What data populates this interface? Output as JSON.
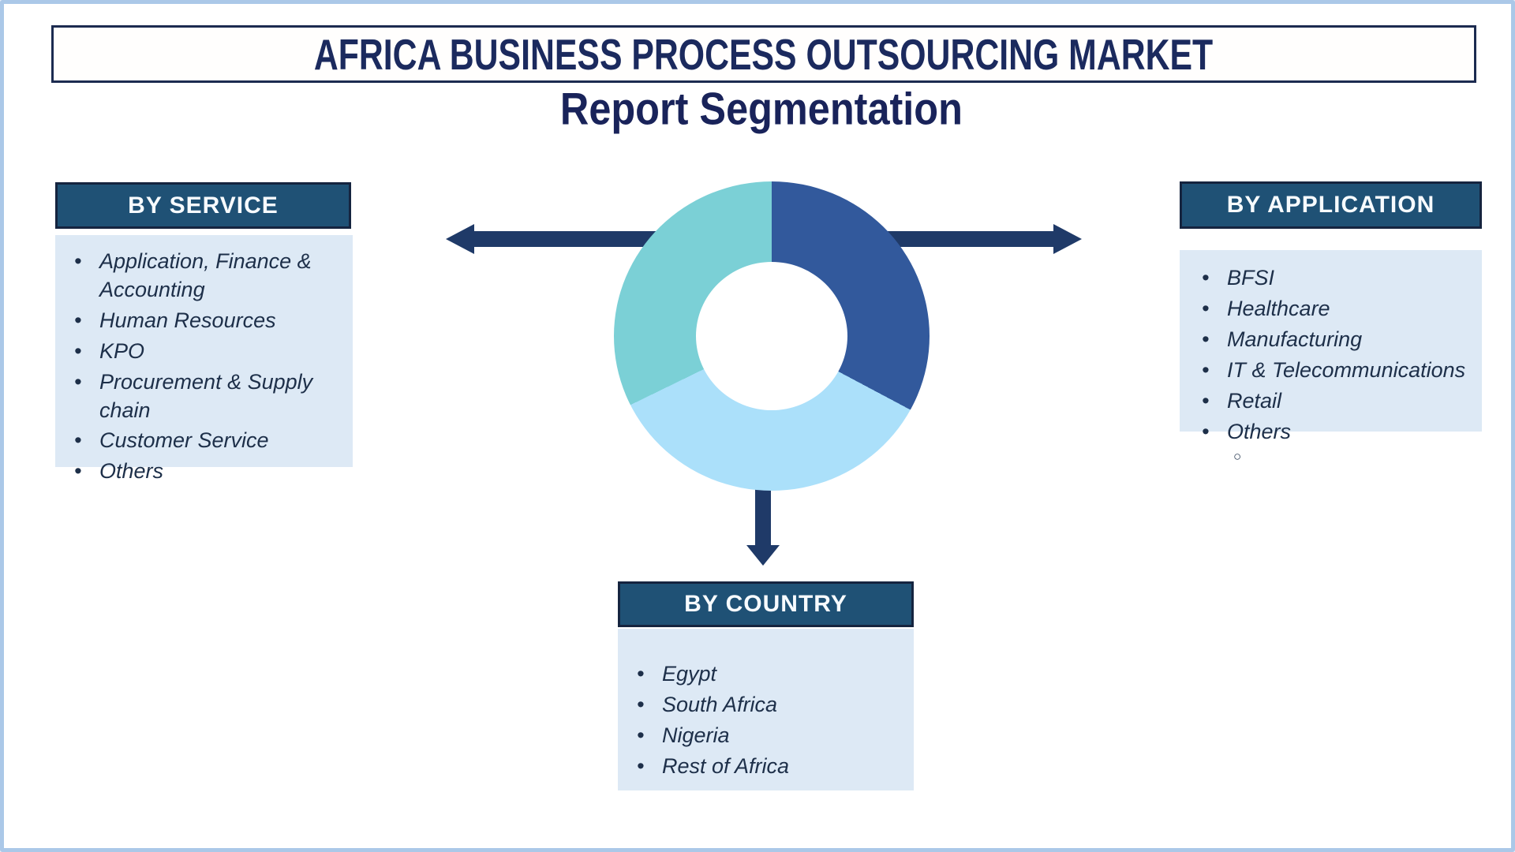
{
  "page": {
    "title": "AFRICA BUSINESS PROCESS OUTSOURCING MARKET",
    "subtitle": "Report Segmentation"
  },
  "colors": {
    "canvas_border": "#abc8e8",
    "title_text": "#1b2a5e",
    "title_box_border": "#1c2b50",
    "panel_header_bg": "#1f5175",
    "panel_header_border": "#15243f",
    "panel_body_bg": "#dde9f5",
    "panel_text": "#1d2f49",
    "arrow": "#1f3a68",
    "donut_dark_blue": "#32599c",
    "donut_light_blue": "#abe0fa",
    "donut_teal": "#7bd0d6"
  },
  "panels": {
    "service": {
      "title": "BY SERVICE",
      "items": [
        {
          "text": "Application, Finance & Accounting",
          "level": 1
        },
        {
          "text": "Human Resources",
          "level": 1
        },
        {
          "text": "KPO",
          "level": 1
        },
        {
          "text": "Procurement & Supply chain",
          "level": 1
        },
        {
          "text": "Customer Service",
          "level": 1
        },
        {
          "text": "Others",
          "level": 1
        }
      ]
    },
    "application": {
      "title": "BY APPLICATION",
      "items": [
        {
          "text": "BFSI",
          "level": 1
        },
        {
          "text": "Healthcare",
          "level": 1
        },
        {
          "text": "Manufacturing",
          "level": 1
        },
        {
          "text": "IT & Telecommunications",
          "level": 1
        },
        {
          "text": "Retail",
          "level": 1
        },
        {
          "text": "Others",
          "level": 1
        },
        {
          "text": "",
          "level": 2
        }
      ]
    },
    "country": {
      "title": "BY COUNTRY",
      "items": [
        {
          "text": "Egypt",
          "level": 1
        },
        {
          "text": "South Africa",
          "level": 1
        },
        {
          "text": "Nigeria",
          "level": 1
        },
        {
          "text": "Rest of Africa",
          "level": 1
        }
      ]
    }
  },
  "chart_data": {
    "type": "pie",
    "subtype": "donut",
    "title": "",
    "labels_shown": false,
    "hole_ratio": 0.48,
    "series": [
      {
        "name": "segment-right",
        "color": "#32599c",
        "start_deg": 0,
        "end_deg": 118,
        "value_pct": 32.8
      },
      {
        "name": "segment-bottom",
        "color": "#abe0fa",
        "start_deg": 118,
        "end_deg": 244,
        "value_pct": 35.0
      },
      {
        "name": "segment-left",
        "color": "#7bd0d6",
        "start_deg": 244,
        "end_deg": 360,
        "value_pct": 32.2
      }
    ],
    "legend_position": "none",
    "notes": "Decorative three-segment donut linking the three segmentation panels"
  },
  "bullets": {
    "level1_glyph": "•",
    "level2_glyph": "○"
  }
}
